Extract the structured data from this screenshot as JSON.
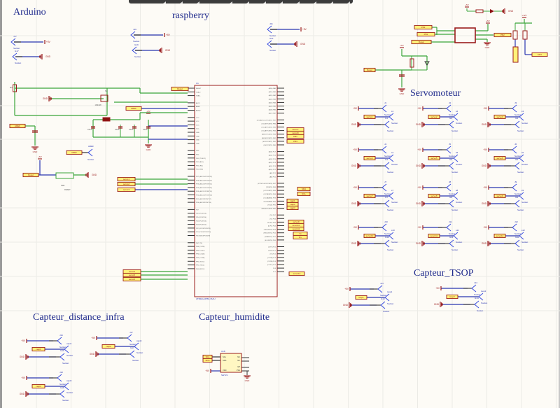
{
  "app": {
    "type": "schematic-editor"
  },
  "sections": {
    "arduino": "Arduino",
    "raspberry": "raspberry",
    "servomoteur": "Servomoteur",
    "capteur_distance_infra": "Capteur_distance_infra",
    "capteur_humidite": "Capteur_humidite",
    "capteur_tsop": "Capteur_TSOP"
  },
  "colors": {
    "background": "#fdfbf6",
    "grid": "#ecebe6",
    "wire": "#2a35b0",
    "wire_green": "#3aa53a",
    "power": "#9b1c1c",
    "title": "#1f2a8c",
    "port_fill": "#fff27a",
    "component": "#9b1c1c"
  },
  "power_labels": {
    "vcc": "+5V",
    "gnd": "GND",
    "v12": "+12V"
  },
  "socket_label": "Socket",
  "arduino_sockets": [
    {
      "ref": "J17",
      "net": "+5V"
    },
    {
      "ref": "G17",
      "net": "GND"
    }
  ],
  "raspberry_sockets": [
    {
      "ref": "J19",
      "net": "+5V"
    },
    {
      "ref": "G19",
      "net": "GND"
    },
    {
      "ref": "J21",
      "net": "+5V"
    },
    {
      "ref": "G21",
      "net": "GND"
    }
  ],
  "mcu": {
    "ref": "U1",
    "part": "ATMEGA2560-16AU",
    "left_pins": [
      "RESET",
      "XTAL2",
      "XTAL1",
      "AVCC",
      "AREF",
      "AGND",
      "VCC",
      "VCC",
      "VCC",
      "VCC",
      "GND",
      "GND",
      "GND",
      "GND",
      "PG5",
      "PG4",
      "PG3 (TOSC2)",
      "PG2 (ALE)",
      "PG1 (RD)",
      "PG0 (WR)",
      "PK7 (ADC15/PCINT23)",
      "PK6 (ADC14/PCINT22)",
      "PK5 (ADC13/PCINT21)",
      "PK4 (ADC12/PCINT20)",
      "PK3 (ADC11/PCINT19)",
      "PK2 (ADC10/PCINT18)",
      "PK1 (ADC9/PCINT17)",
      "PK0 (ADC8/PCINT16)",
      "PJ7",
      "PJ6 (PCINT15)",
      "PJ5 (PCINT14)",
      "PJ4 (PCINT13)",
      "PJ3 (PCINT12)",
      "PJ2 (XCK3/PCINT11)",
      "PJ1 (TXD3/PCINT10)",
      "PJ0 (RXD3/PCINT9)",
      "PH7 (T4)",
      "PH6 (OC2B)",
      "PH5 (OC4C)",
      "PH4 (OC4B)",
      "PH3 (OC4A)",
      "PH2 (XCK2)",
      "PH1 (TXD2)",
      "PH0 (RXD2)"
    ],
    "right_pins": [
      "(AD0) PA0",
      "(AD1) PA1",
      "(AD2) PA2",
      "(AD3) PA3",
      "(AD4) PA4",
      "(AD5) PA5",
      "(AD6) PA6",
      "(AD7) PA7",
      "(OC0A/OC1C/PCINT7) PB7",
      "(OC1B/PCINT6) PB6",
      "(OC1A/PCINT5) PB5",
      "(OC2A/PCINT4) PB4",
      "(MISO/PCINT3) PB3",
      "(MOSI/PCINT2) PB2",
      "(SCK/PCINT1) PB1",
      "(SS/PCINT0) PB0",
      "(A15) PC7",
      "(A14) PC6",
      "(A13) PC5",
      "(A12) PC4",
      "(A11) PC3",
      "(A10) PC2",
      "(A9) PC1",
      "(A8) PC0",
      "(ICP3/CLKO/PCINT8) PE7",
      "(T3/INT6) PE6",
      "(OC3C/INT5) PE5",
      "(OC3B/INT4) PE4",
      "(OC3A/AIN1) PE3",
      "(XCK0/AIN0) PE2",
      "(TXD0) PE1",
      "(RXD0/PCINT8) PE0",
      "(T0) PD7",
      "(T1) PD6",
      "(XCK1) PD5",
      "(ICP1) PD4",
      "(TXD1/INT3) PD3",
      "(RXD1/INT2) PD2",
      "(SDA/INT1) PD1",
      "(SCL/INT0) PD0",
      "(ICP1) PL0",
      "(ICP4) PL1",
      "(T5) PL2",
      "(OC5A) PL3",
      "(OC5B) PL4",
      "(OC5C) PL5",
      "PL6",
      "PL7"
    ]
  },
  "net_ports": {
    "reset": "Reset",
    "aref": "AREF",
    "pb1": "PB1",
    "pb3": "PB3",
    "pb2": "PB2",
    "scl": "SCL",
    "sda": "SDA",
    "tx": "Tx",
    "rx": "Rx",
    "servo": [
      "servo1",
      "servo2",
      "servo3",
      "servo4",
      "servo5",
      "servo6",
      "servo7",
      "servo8",
      "servo9",
      "servo10",
      "servo11",
      "servo12"
    ],
    "capt": [
      "capt1",
      "capt2",
      "capt3"
    ],
    "tsop": [
      "tsop1",
      "tsop2"
    ]
  },
  "labels": {
    "crystal": "Y1",
    "crystal_part": "16MHz",
    "cap_value": "100nF",
    "cap_value_small": "22pF",
    "reset_switch": "RESET",
    "reset_ref": "SW1",
    "aref_socket": "AREF",
    "led_ref": "D1",
    "led_part": "POWER",
    "resistor_r1": "R1",
    "resistor_value": "1K",
    "icsp_ref": "ICSP",
    "sht_ref": "U18",
    "sht_part": "SHT21",
    "sht_pins_left": [
      "SCL",
      "SDA",
      "VDD"
    ],
    "sht_pins_right": [
      "NC",
      "NC",
      "EP",
      "VSS"
    ],
    "diode_part": "1N4148"
  },
  "servo_modules": [
    {
      "j": "J1",
      "s": "s1",
      "g": "G1",
      "port": "servo1"
    },
    {
      "j": "J2",
      "s": "s2",
      "g": "G2",
      "port": "servo2"
    },
    {
      "j": "J3",
      "s": "s3",
      "g": "G3",
      "port": "servo3"
    },
    {
      "j": "J4",
      "s": "s4",
      "g": "G4",
      "port": "servo4"
    },
    {
      "j": "J5",
      "s": "s5",
      "g": "G5",
      "port": "servo5"
    },
    {
      "j": "J6",
      "s": "s6",
      "g": "G6",
      "port": "servo6"
    },
    {
      "j": "J7",
      "s": "s7",
      "g": "G7",
      "port": "servo7"
    },
    {
      "j": "J8",
      "s": "s8",
      "g": "G8",
      "port": "servo8"
    },
    {
      "j": "J9",
      "s": "s9",
      "g": "G9",
      "port": "servo9"
    },
    {
      "j": "J10",
      "s": "s10",
      "g": "G10",
      "port": "servo10"
    },
    {
      "j": "J11",
      "s": "s11",
      "g": "G11",
      "port": "servo11"
    },
    {
      "j": "J12",
      "s": "s12",
      "g": "G12",
      "port": "servo12"
    }
  ],
  "infra_modules": [
    {
      "j": "J16",
      "s": "capt1",
      "g": "G16",
      "port": "capt1"
    },
    {
      "j": "J17",
      "s": "capt2",
      "g": "G17",
      "port": "capt2"
    },
    {
      "j": "J18",
      "s": "capt3",
      "g": "G18",
      "port": "capt3"
    }
  ],
  "tsop_modules": [
    {
      "j": "J13",
      "s": "tsop1",
      "g": "G13",
      "port": "tsop1"
    },
    {
      "j": "J14",
      "s": "tsop2",
      "g": "G14",
      "port": "tsop2"
    }
  ]
}
